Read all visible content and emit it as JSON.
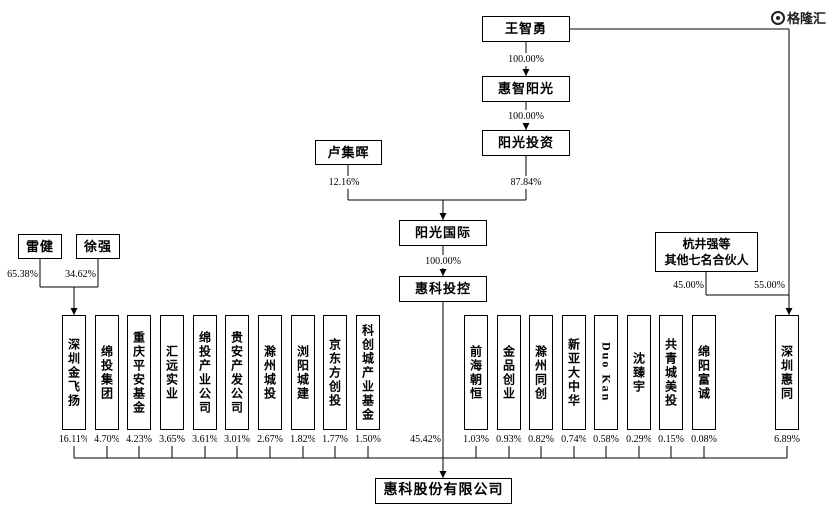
{
  "watermark": {
    "text": "格隆汇"
  },
  "top_chain": {
    "wang_zhiyong": "王智勇",
    "pct_wang_to_huizhi": "100.00%",
    "huizhi_yangguang": "惠智阳光",
    "pct_huizhi_to_invest": "100.00%",
    "yangguang_invest": "阳光投资",
    "lu_jihui": "卢集晖",
    "pct_lu": "12.16%",
    "pct_invest": "87.84%",
    "yangguang_intl": "阳光国际",
    "pct_intl_to_holding": "100.00%",
    "huike_holding": "惠科投控",
    "pct_holding_in_company": "45.42%"
  },
  "left_group": {
    "lei_jian": "雷健",
    "pct_lei": "65.38%",
    "xu_qiang": "徐强",
    "pct_xu": "34.62%"
  },
  "right_group": {
    "partners_line1": "杭井强等",
    "partners_line2": "其他七名合伙人",
    "pct_partners": "45.00%",
    "pct_wang": "55.00%"
  },
  "shareholders": [
    {
      "name": "深圳金飞扬",
      "pct": "16.11%"
    },
    {
      "name": "绵投集团",
      "pct": "4.70%"
    },
    {
      "name": "重庆平安基金",
      "pct": "4.23%"
    },
    {
      "name": "汇远实业",
      "pct": "3.65%"
    },
    {
      "name": "绵投产业公司",
      "pct": "3.61%"
    },
    {
      "name": "贵安产发公司",
      "pct": "3.01%"
    },
    {
      "name": "滁州城投",
      "pct": "2.67%"
    },
    {
      "name": "浏阳城建",
      "pct": "1.82%"
    },
    {
      "name": "京东方创投",
      "pct": "1.77%"
    },
    {
      "name": "科创城产业基金",
      "pct": "1.50%"
    },
    {
      "name": "前海朝恒",
      "pct": "1.03%"
    },
    {
      "name": "金品创业",
      "pct": "0.93%"
    },
    {
      "name": "滁州同创",
      "pct": "0.82%"
    },
    {
      "name": "新亚大中华",
      "pct": "0.74%"
    },
    {
      "name": "Duo Kan",
      "pct": "0.58%"
    },
    {
      "name": "沈臻宇",
      "pct": "0.29%"
    },
    {
      "name": "共青城美投",
      "pct": "0.15%"
    },
    {
      "name": "绵阳富诚",
      "pct": "0.08%"
    },
    {
      "name": "深圳惠同",
      "pct": "6.89%"
    }
  ],
  "company": {
    "name": "惠科股份有限公司"
  }
}
